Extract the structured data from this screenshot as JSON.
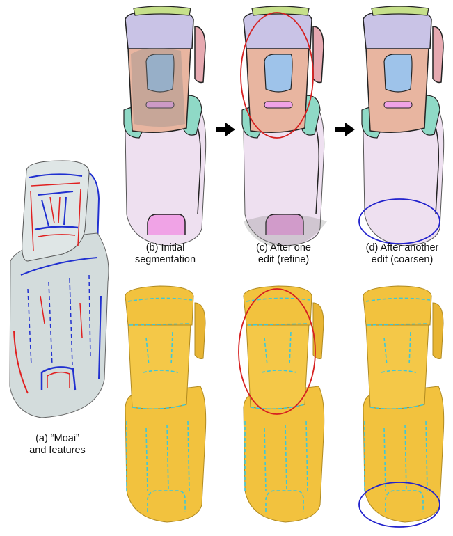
{
  "captions": {
    "a": [
      "(a) “Moai”",
      "and features"
    ],
    "b": [
      "(b) Initial",
      "segmentation"
    ],
    "c": [
      "(c) After one",
      "edit (refine)"
    ],
    "d": [
      "(d) After another",
      "edit (coarsen)"
    ]
  },
  "colors": {
    "segment_top": "#c6e08a",
    "segment_forehead": "#c9c3e6",
    "segment_ear": "#e6a9b0",
    "segment_face": "#e8b5a0",
    "segment_nose": "#9ec3ea",
    "segment_lips": "#f0a3e6",
    "segment_chin": "#8fd9c6",
    "segment_body": "#eee0f0",
    "grey_mesh": "#cfd8d8",
    "feature_red": "#e02020",
    "feature_blue": "#2030d0",
    "textured_yellow": "#f2c23e",
    "textured_cyan": "#3fc7d8",
    "circle_red": "#d62020",
    "circle_blue": "#2222cc",
    "arrow": "#000000"
  },
  "arrows": 2,
  "highlights": [
    "refine-region-circle",
    "coarsen-region-circle"
  ]
}
